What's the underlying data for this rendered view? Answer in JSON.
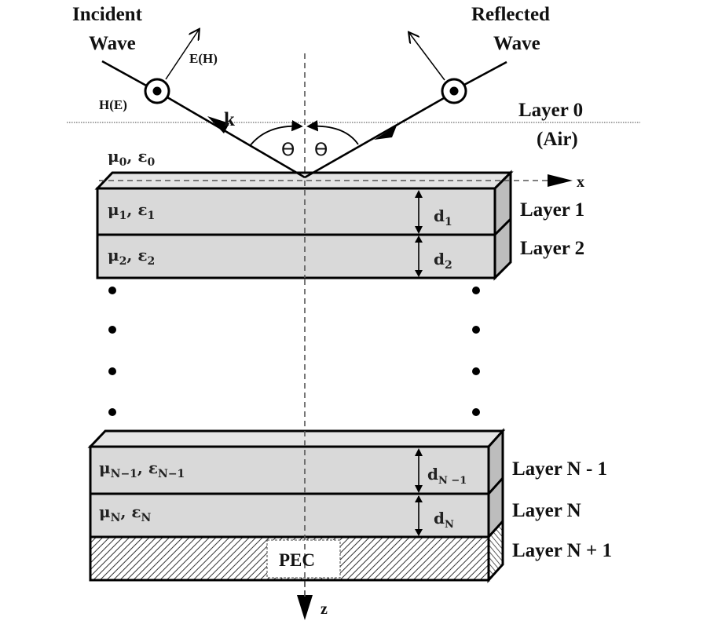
{
  "title": "Multilayer structure with oblique plane-wave incidence",
  "waves": {
    "incident_label_line1": "Incident",
    "incident_label_line2": "Wave",
    "reflected_label_line1": "Reflected",
    "reflected_label_line2": "Wave",
    "e_field_label": "E(H)",
    "h_field_label": "H(E)",
    "k_label": "k",
    "theta_incident": "ϴ",
    "theta_reflected": "ϴ"
  },
  "axes": {
    "x_label": "x",
    "z_label": "z"
  },
  "air": {
    "label_line1": "Layer 0",
    "label_line2": "(Air)",
    "params_mu": "μ",
    "params_mu_sub": "0",
    "params_eps": "ε",
    "params_eps_sub": "0"
  },
  "layers": [
    {
      "name": "Layer 1",
      "mu_sub": "1",
      "eps_sub": "1",
      "d": "d",
      "d_sub": "1"
    },
    {
      "name": "Layer 2",
      "mu_sub": "2",
      "eps_sub": "2",
      "d": "d",
      "d_sub": "2"
    },
    {
      "name": "Layer N - 1",
      "mu_sub": "N−1",
      "eps_sub": "N−1",
      "d": "d",
      "d_sub": "N −1"
    },
    {
      "name": "Layer N",
      "mu_sub": "N",
      "eps_sub": "N",
      "d": "d",
      "d_sub": "N"
    }
  ],
  "substrate": {
    "name": "Layer N + 1",
    "label": "PEC"
  },
  "symbols": {
    "mu": "μ",
    "eps": "ε",
    "comma": ", "
  },
  "colors": {
    "layer_fill": "#d9d9d9",
    "top_face": "#e4e4e4",
    "side_face": "#bdbdbd",
    "stroke": "#000000",
    "dashed": "#555555"
  }
}
